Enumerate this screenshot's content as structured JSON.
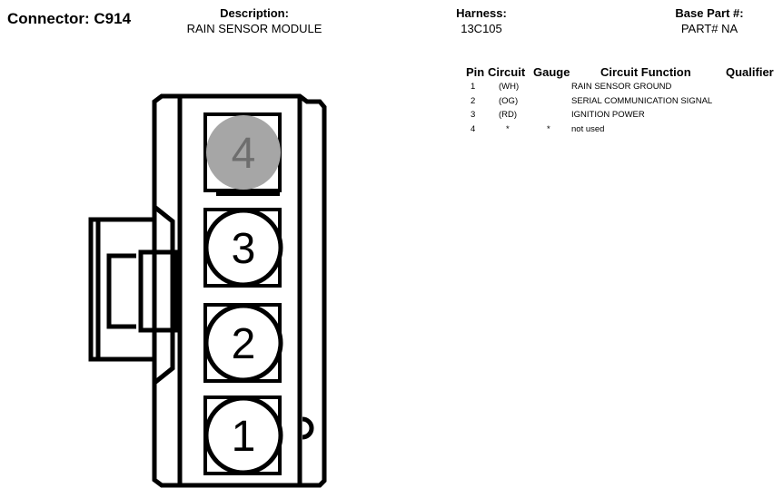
{
  "header": {
    "connector": "Connector: C914",
    "description_label": "Description:",
    "description_value": "RAIN SENSOR MODULE",
    "harness_label": "Harness:",
    "harness_value": "13C105",
    "base_part_label": "Base Part #:",
    "base_part_value": "PART# NA"
  },
  "table": {
    "columns": [
      "Pin",
      "Circuit",
      "Gauge",
      "Circuit Function",
      "Qualifier"
    ],
    "rows": [
      {
        "pin": "1",
        "circuit": "(WH)",
        "gauge": "",
        "function": "RAIN SENSOR GROUND",
        "qualifier": ""
      },
      {
        "pin": "2",
        "circuit": "(OG)",
        "gauge": "",
        "function": "SERIAL COMMUNICATION SIGNAL",
        "qualifier": ""
      },
      {
        "pin": "3",
        "circuit": "(RD)",
        "gauge": "",
        "function": "IGNITION POWER",
        "qualifier": ""
      },
      {
        "pin": "4",
        "circuit": "*",
        "gauge": "*",
        "function": "not used",
        "qualifier": ""
      }
    ]
  },
  "diagram": {
    "pins": [
      {
        "label": "4",
        "used": false
      },
      {
        "label": "3",
        "used": true
      },
      {
        "label": "2",
        "used": true
      },
      {
        "label": "1",
        "used": true
      }
    ],
    "colors": {
      "unused_fill": "#a6a6a6",
      "unused_text": "#6e6e6e",
      "used_fill": "#ffffff",
      "outline": "#000000"
    }
  }
}
